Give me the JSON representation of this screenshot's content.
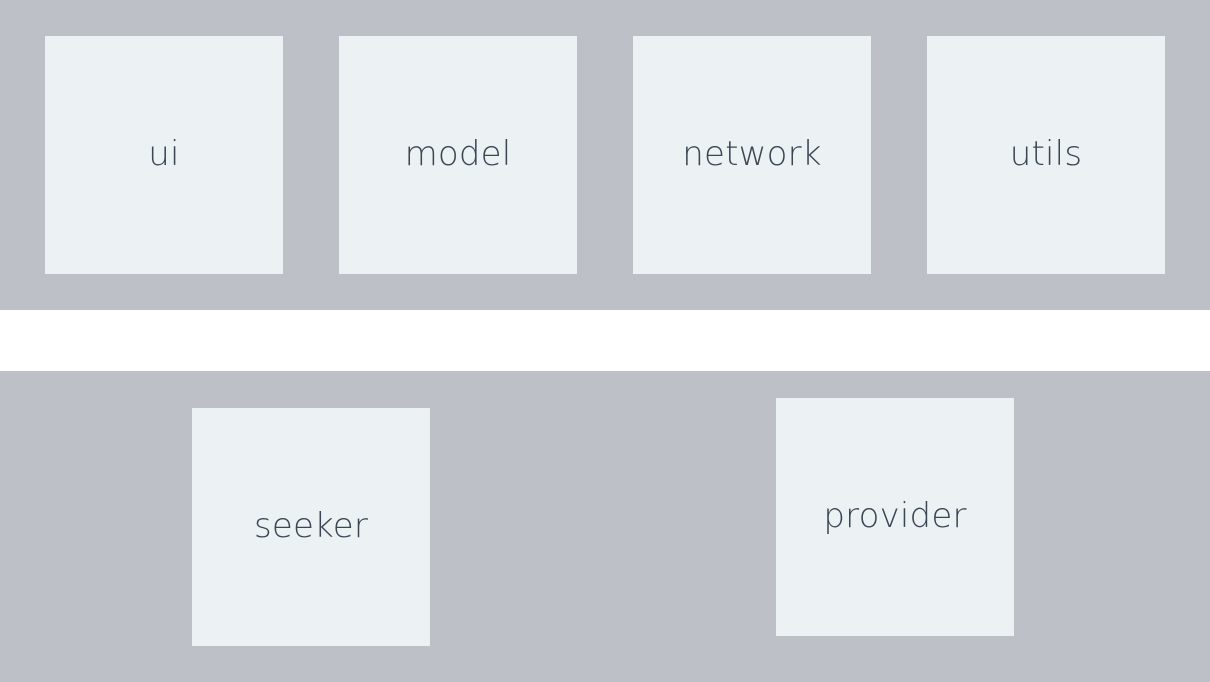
{
  "layers": {
    "top": {
      "modules": [
        {
          "label": "ui"
        },
        {
          "label": "model"
        },
        {
          "label": "network"
        },
        {
          "label": "utils"
        }
      ]
    },
    "bottom": {
      "modules": [
        {
          "label": "seeker"
        },
        {
          "label": "provider"
        }
      ]
    }
  },
  "colors": {
    "band": "#bdc1c7",
    "module_fill": "#ecf1f4",
    "label_text": "#3a4654",
    "gap": "#ffffff"
  }
}
